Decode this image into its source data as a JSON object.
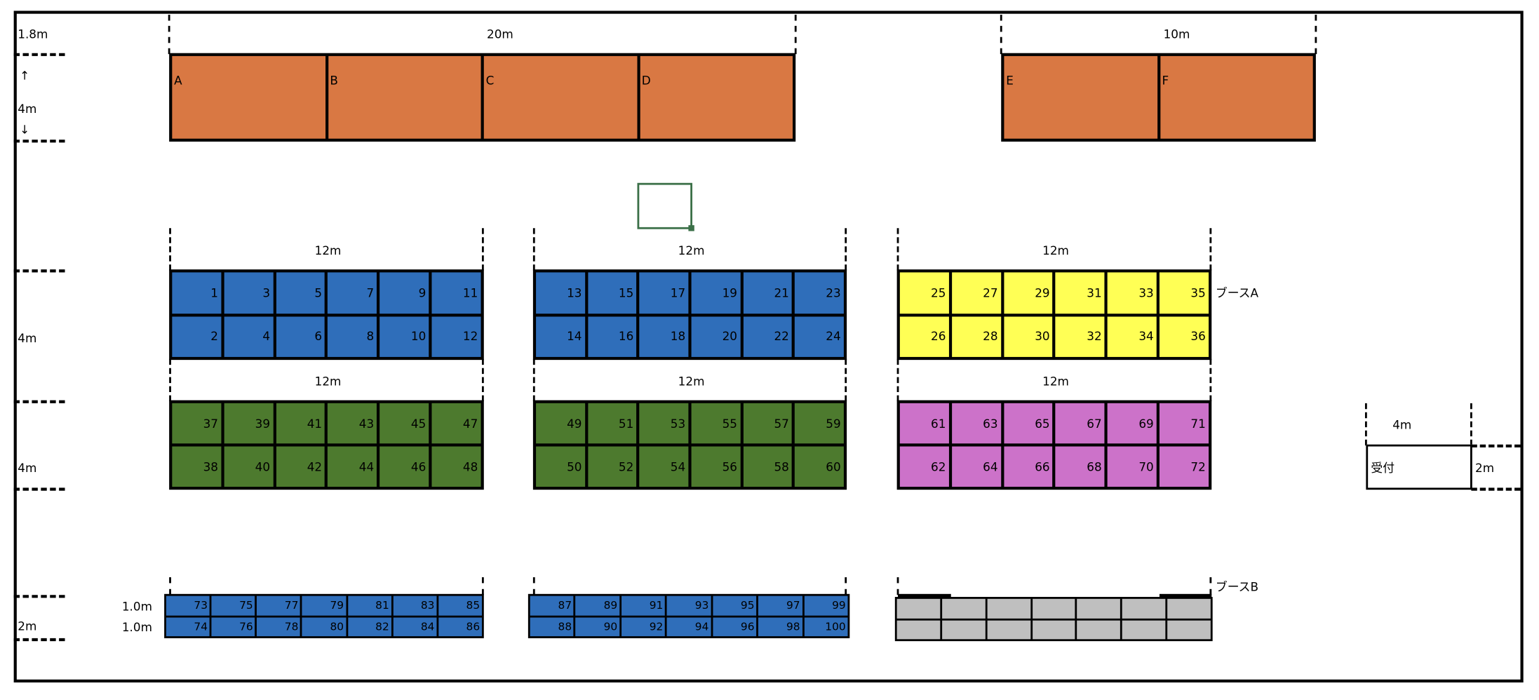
{
  "dimensions": {
    "top_margin": "1.8m",
    "top_block_height": "4m",
    "arrow_up": "↑",
    "arrow_down": "↓",
    "row1_height": "4m",
    "row2_height": "4m",
    "small_rows_height": "2m",
    "small_row1_depth": "1.0m",
    "small_row2_depth": "1.0m",
    "width_group1": "20m",
    "width_group2": "10m",
    "row1_widths": [
      "12m",
      "12m",
      "12m"
    ],
    "row2_widths": [
      "12m",
      "12m",
      "12m"
    ],
    "reception_width": "4m",
    "reception_depth": "2m"
  },
  "large_booths": {
    "group1": [
      "A",
      "B",
      "C",
      "D"
    ],
    "group2": [
      "E",
      "F"
    ]
  },
  "booth_blocks": [
    {
      "id": "blue-1",
      "color": "#2F6EBA",
      "top": [
        "1",
        "3",
        "5",
        "7",
        "9",
        "11"
      ],
      "bottom": [
        "2",
        "4",
        "6",
        "8",
        "10",
        "12"
      ]
    },
    {
      "id": "blue-2",
      "color": "#2F6EBA",
      "top": [
        "13",
        "15",
        "17",
        "19",
        "21",
        "23"
      ],
      "bottom": [
        "14",
        "16",
        "18",
        "20",
        "22",
        "24"
      ]
    },
    {
      "id": "yellow",
      "color": "#FFFF55",
      "top": [
        "25",
        "27",
        "29",
        "31",
        "33",
        "35"
      ],
      "bottom": [
        "26",
        "28",
        "30",
        "32",
        "34",
        "36"
      ]
    },
    {
      "id": "green-1",
      "color": "#4D7A2E",
      "top": [
        "37",
        "39",
        "41",
        "43",
        "45",
        "47"
      ],
      "bottom": [
        "38",
        "40",
        "42",
        "44",
        "46",
        "48"
      ]
    },
    {
      "id": "green-2",
      "color": "#4D7A2E",
      "top": [
        "49",
        "51",
        "53",
        "55",
        "57",
        "59"
      ],
      "bottom": [
        "50",
        "52",
        "54",
        "56",
        "58",
        "60"
      ]
    },
    {
      "id": "pink",
      "color": "#CC72C9",
      "top": [
        "61",
        "63",
        "65",
        "67",
        "69",
        "71"
      ],
      "bottom": [
        "62",
        "64",
        "66",
        "68",
        "70",
        "72"
      ]
    },
    {
      "id": "small-blue-1",
      "color": "#2F6EBA",
      "top": [
        "73",
        "75",
        "77",
        "79",
        "81",
        "83",
        "85"
      ],
      "bottom": [
        "74",
        "76",
        "78",
        "80",
        "82",
        "84",
        "86"
      ]
    },
    {
      "id": "small-blue-2",
      "color": "#2F6EBA",
      "top": [
        "87",
        "89",
        "91",
        "93",
        "95",
        "97",
        "99"
      ],
      "bottom": [
        "88",
        "90",
        "92",
        "94",
        "96",
        "98",
        "100"
      ]
    },
    {
      "id": "gray",
      "color": "#BFBFBF",
      "top": [
        "",
        "",
        "",
        "",
        "",
        "",
        ""
      ],
      "bottom": [
        "",
        "",
        "",
        "",
        "",
        "",
        ""
      ]
    }
  ],
  "section_labels": {
    "booth_a": "ブースA",
    "booth_b": "ブースB"
  },
  "reception": "受付",
  "colors": {
    "large_booth": "#D97843",
    "outline": "#000000",
    "marker": "#3B7048"
  }
}
